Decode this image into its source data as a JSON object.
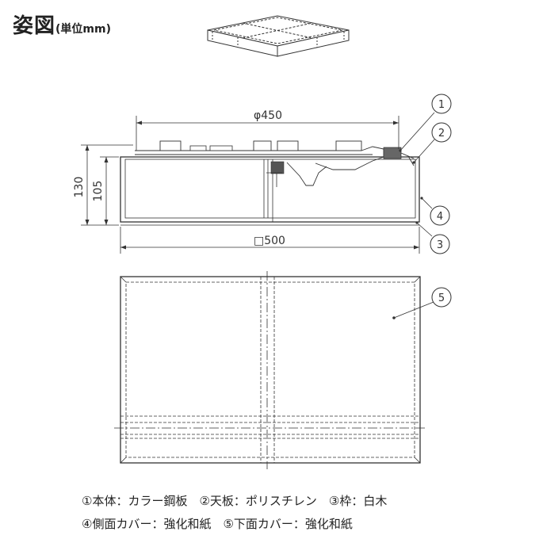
{
  "title": {
    "main": "姿図",
    "unit": "(単位mm)"
  },
  "dimensions": {
    "diameter": "φ450",
    "square": "□500",
    "height_total": "130",
    "height_body": "105"
  },
  "callouts": [
    "1",
    "2",
    "4",
    "3",
    "5"
  ],
  "legend": {
    "line1": "①本体：カラー鋼板　②天板：ポリスチレン　③枠：白木",
    "line2": "④側面カバー：強化和紙　⑤下面カバー：強化和紙"
  }
}
